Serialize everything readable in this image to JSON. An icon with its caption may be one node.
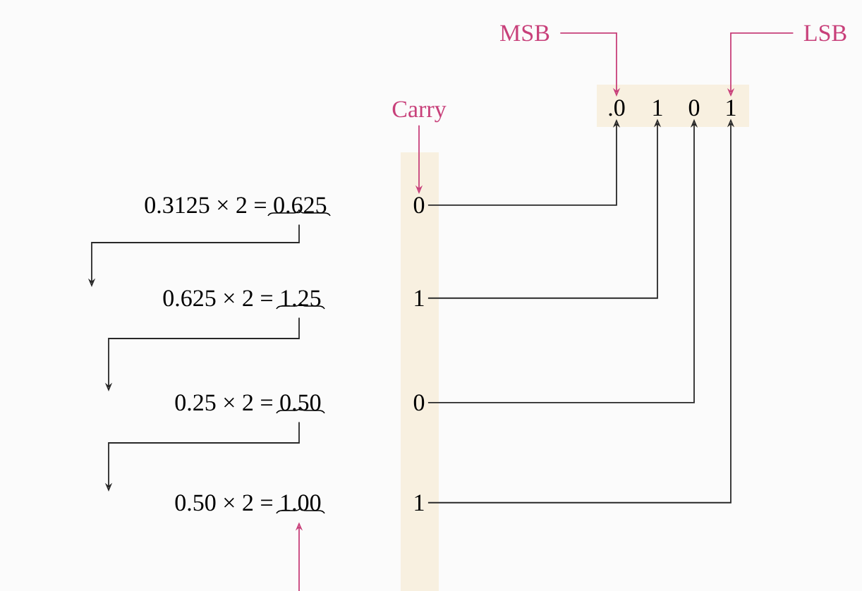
{
  "diagram": {
    "nodes": [
      {
        "text": [
          "MSB"
        ]
      },
      {
        "text": [
          "LSB"
        ]
      },
      {
        "text": [
          ".0"
        ]
      },
      {
        "text": [
          "1"
        ]
      },
      {
        "text": [
          "0"
        ]
      },
      {
        "text": [
          "1"
        ]
      },
      {
        "text": [
          "Carry"
        ]
      },
      {
        "text": [
          "0.3125 × 2 = 0.625"
        ]
      },
      {
        "text": [
          "0"
        ]
      },
      {
        "text": [
          "0.625 × 2 = 1.25"
        ]
      },
      {
        "text": [
          "1"
        ]
      },
      {
        "text": [
          "0.25 × 2 = 0.50"
        ]
      },
      {
        "text": [
          "0"
        ]
      },
      {
        "text": [
          "0.50 × 2 = 1.00"
        ]
      },
      {
        "text": [
          "1"
        ]
      }
    ],
    "edges": [
      {
        "from": 0,
        "to": 2,
        "arrow": "to",
        "color": "#c8407a"
      },
      {
        "from": 1,
        "to": 5,
        "arrow": "to",
        "color": "#c8407a"
      },
      {
        "from": 6,
        "to": 8,
        "arrow": "to",
        "color": "#c8407a"
      },
      {
        "from": 7,
        "to": 9,
        "arrow": "to"
      },
      {
        "from": 9,
        "to": 11,
        "arrow": "to"
      },
      {
        "from": 11,
        "to": 13,
        "arrow": "to"
      },
      {
        "from": 8,
        "to": 2,
        "arrow": "to"
      },
      {
        "from": 10,
        "to": 3,
        "arrow": "to"
      },
      {
        "from": 12,
        "to": 4,
        "arrow": "to"
      },
      {
        "from": 14,
        "to": 5,
        "arrow": "to"
      },
      {
        "from": null,
        "to": 13,
        "arrow": "to",
        "color": "#c8407a"
      }
    ]
  }
}
